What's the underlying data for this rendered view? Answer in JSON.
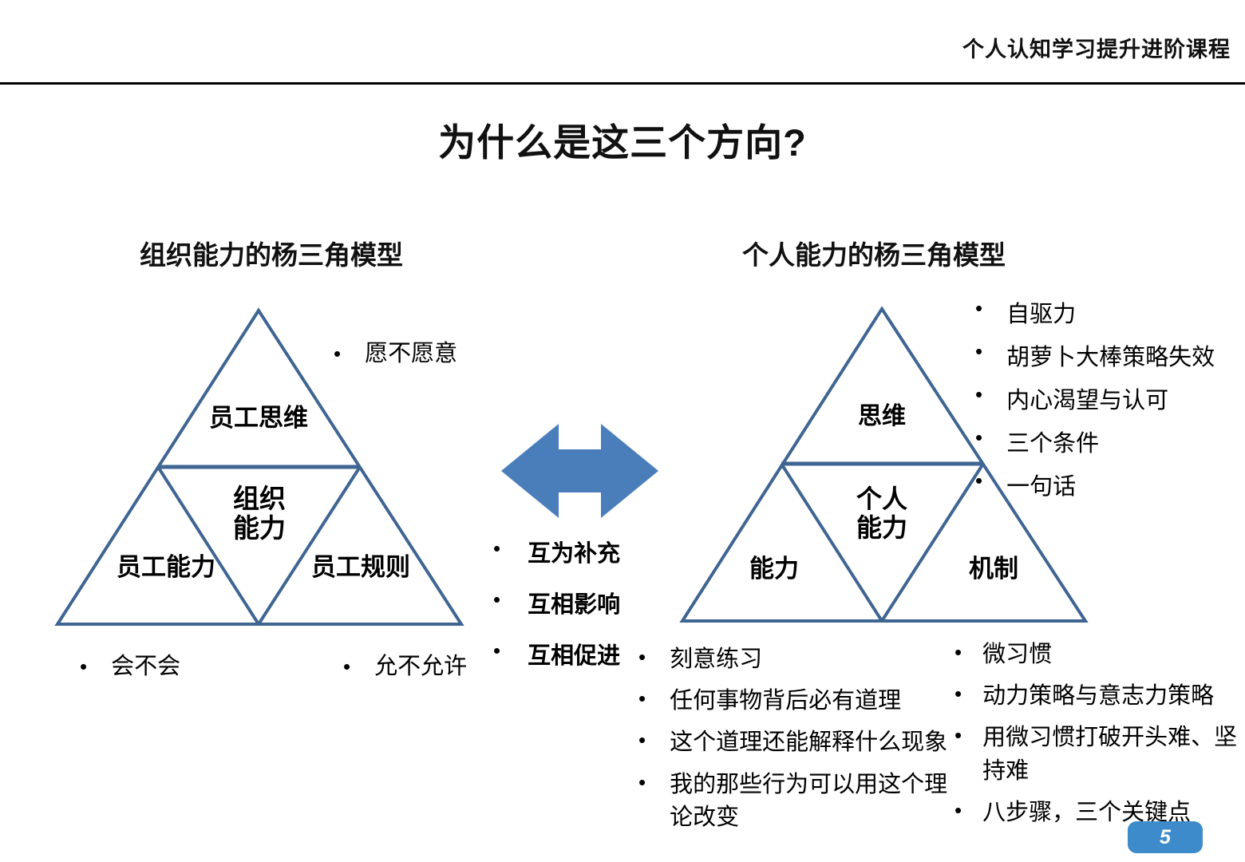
{
  "header": {
    "course_title": "个人认知学习提升进阶课程"
  },
  "slide": {
    "title": "为什么是这三个方向?",
    "page_number": "5"
  },
  "colors": {
    "triangle_stroke": "#3F6593",
    "arrow_fill": "#4A7EBB",
    "badge_fill": "#3E8BCB",
    "rule": "#000000",
    "text": "#000000"
  },
  "left_model": {
    "heading": "组织能力的杨三角模型",
    "triangle": {
      "top": "员工思维",
      "center_line1": "组织",
      "center_line2": "能力",
      "bottom_left": "员工能力",
      "bottom_right": "员工规则"
    },
    "notes": {
      "willing": "愿不愿意",
      "able": "会不会",
      "allowed": "允不允许"
    }
  },
  "middle": {
    "arrow_icon": "double-headed-arrow",
    "bullets": [
      "互为补充",
      "互相影响",
      "互相促进"
    ]
  },
  "right_model": {
    "heading": "个人能力的杨三角模型",
    "triangle": {
      "top": "思维",
      "center_line1": "个人",
      "center_line2": "能力",
      "bottom_left": "能力",
      "bottom_right": "机制"
    },
    "mindset_bullets": [
      "自驱力",
      "胡萝卜大棒策略失效",
      "内心渴望与认可",
      "三个条件",
      "一句话"
    ],
    "ability_bullets": [
      "刻意练习",
      "任何事物背后必有道理",
      "这个道理还能解释什么现象",
      "我的那些行为可以用这个理论改变"
    ],
    "mechanism_bullets": [
      "微习惯",
      "动力策略与意志力策略",
      "用微习惯打破开头难、坚持难",
      "八步骤，三个关键点"
    ]
  }
}
